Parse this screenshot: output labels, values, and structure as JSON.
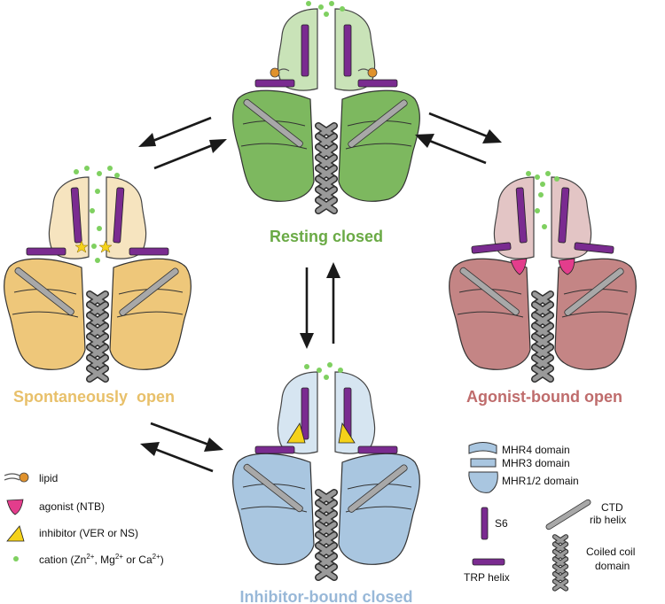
{
  "states": {
    "resting": {
      "label": "Resting closed",
      "fill": "#7db85f",
      "light": "#c9e3b8",
      "text_color": "#6aaa45"
    },
    "spontaneous": {
      "label": "Spontaneously  open",
      "fill": "#eec77a",
      "light": "#f6e4bf",
      "text_color": "#e8c06a"
    },
    "agonist": {
      "label": "Agonist-bound open",
      "fill": "#c48585",
      "light": "#e3c5c5",
      "text_color": "#bf6c6c"
    },
    "inhibitor": {
      "label": "Inhibitor-bound closed",
      "fill": "#a9c6e0",
      "light": "#d6e5f1",
      "text_color": "#98b8d8"
    }
  },
  "legend_left": {
    "lipid": "lipid",
    "agonist": "agonist (NTB)",
    "inhibitor": "inhibitor (VER or NS)",
    "cation_prefix": "cation (Zn",
    "cation_mid1": ", Mg",
    "cation_mid2": " or Ca",
    "cation_suffix": ")",
    "superscript": "2+"
  },
  "legend_right": {
    "mhr4": "MHR4 domain",
    "mhr3": "MHR3 domain",
    "mhr12": "MHR1/2 domain",
    "s6": "S6",
    "trp": "TRP helix",
    "ctd_line1": "CTD",
    "ctd_line2": "rib helix",
    "cc_line1": "Coiled coil",
    "cc_line2": "domain"
  },
  "colors": {
    "helix": "#7a2b90",
    "agonist": "#e33d8c",
    "inhibitor": "#f5d21a",
    "lipid_head": "#e0922c",
    "cation": "#7fd060",
    "rib": "#a8a8a8",
    "legend_blue": "#a9c6e0"
  }
}
